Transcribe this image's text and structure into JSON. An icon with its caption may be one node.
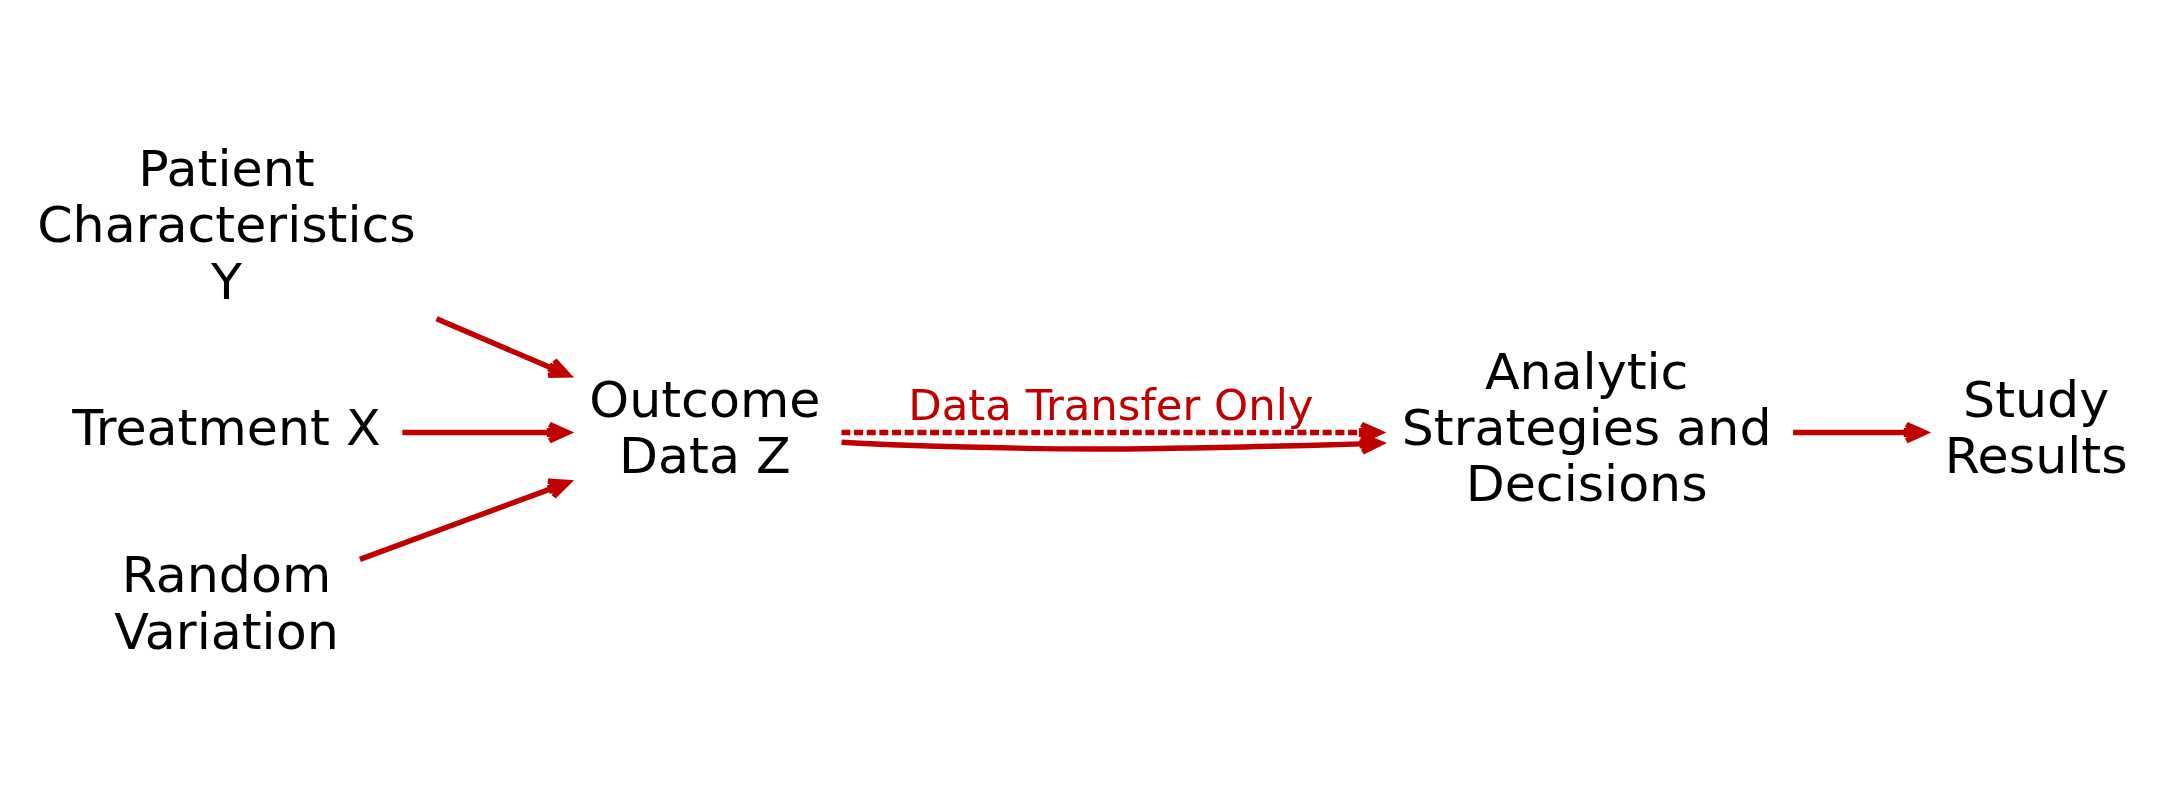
{
  "diagram": {
    "nodes": [
      {
        "text": [
          "Patient Characteristics Y"
        ]
      },
      {
        "text": [
          "Treatment X"
        ]
      },
      {
        "text": [
          "Random Variation"
        ]
      },
      {
        "text": [
          "Outcome Data Z"
        ]
      },
      {
        "text": [
          "Analytic Strategies and Decisions"
        ]
      },
      {
        "text": [
          "Study Results"
        ]
      }
    ],
    "edges": [
      {
        "from": 0,
        "to": 3,
        "arrow": "to"
      },
      {
        "from": 1,
        "to": 3,
        "arrow": "to"
      },
      {
        "from": 2,
        "to": 3,
        "arrow": "to"
      },
      {
        "from": 3,
        "to": 4,
        "arrow": "to",
        "style": "dashed",
        "label": "Data Transfer Only"
      },
      {
        "from": 3,
        "to": 4,
        "arrow": "to"
      },
      {
        "from": 4,
        "to": 5,
        "arrow": "to"
      }
    ]
  }
}
